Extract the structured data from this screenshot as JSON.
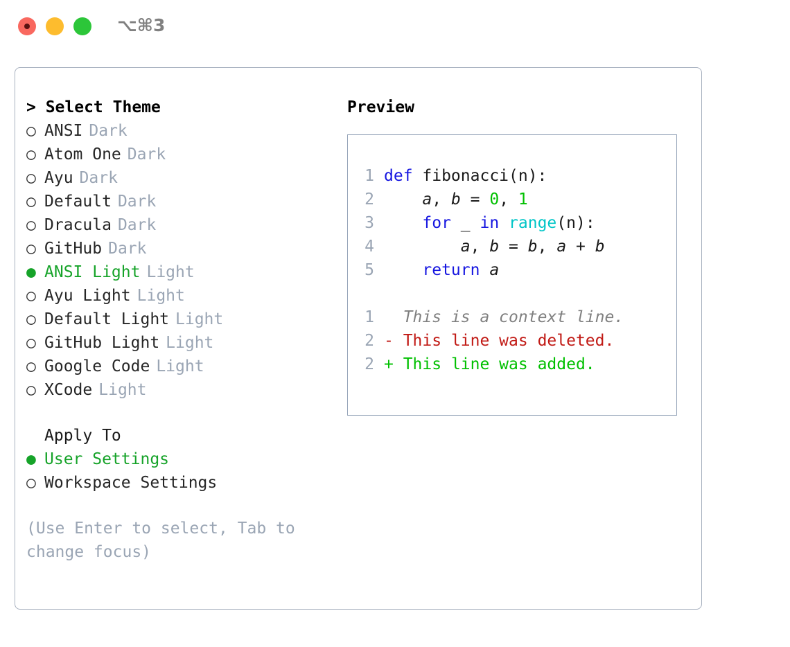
{
  "window": {
    "shortcut_label": "⌥⌘3",
    "traffic_lights": [
      {
        "name": "close",
        "color": "#f9685f"
      },
      {
        "name": "minimize",
        "color": "#fdbc2e"
      },
      {
        "name": "maximize",
        "color": "#2cc639"
      }
    ]
  },
  "theme_picker": {
    "header": "> Select Theme",
    "items": [
      {
        "marker": "○",
        "name": "ANSI",
        "kind": "Dark",
        "selected": false
      },
      {
        "marker": "○",
        "name": "Atom One",
        "kind": "Dark",
        "selected": false
      },
      {
        "marker": "○",
        "name": "Ayu",
        "kind": "Dark",
        "selected": false
      },
      {
        "marker": "○",
        "name": "Default",
        "kind": "Dark",
        "selected": false
      },
      {
        "marker": "○",
        "name": "Dracula",
        "kind": "Dark",
        "selected": false
      },
      {
        "marker": "○",
        "name": "GitHub",
        "kind": "Dark",
        "selected": false
      },
      {
        "marker": "●",
        "name": "ANSI Light",
        "kind": "Light",
        "selected": true
      },
      {
        "marker": "○",
        "name": "Ayu Light",
        "kind": "Light",
        "selected": false
      },
      {
        "marker": "○",
        "name": "Default Light",
        "kind": "Light",
        "selected": false
      },
      {
        "marker": "○",
        "name": "GitHub Light",
        "kind": "Light",
        "selected": false
      },
      {
        "marker": "○",
        "name": "Google Code",
        "kind": "Light",
        "selected": false
      },
      {
        "marker": "○",
        "name": "XCode",
        "kind": "Light",
        "selected": false
      }
    ]
  },
  "apply_to": {
    "title": "Apply To",
    "options": [
      {
        "marker": "●",
        "label": "User Settings",
        "selected": true
      },
      {
        "marker": "○",
        "label": "Workspace Settings",
        "selected": false
      }
    ]
  },
  "hint": "(Use Enter to select, Tab to change focus)",
  "preview": {
    "title": "Preview",
    "code_lines": [
      {
        "no": "1",
        "tokens": [
          {
            "t": "def",
            "c": "kw"
          },
          {
            "t": " fibonacci(n):",
            "c": "plain"
          }
        ]
      },
      {
        "no": "2",
        "tokens": [
          {
            "t": "    ",
            "c": "plain"
          },
          {
            "t": "a",
            "c": "var"
          },
          {
            "t": ", ",
            "c": "plain"
          },
          {
            "t": "b",
            "c": "var"
          },
          {
            "t": " = ",
            "c": "plain"
          },
          {
            "t": "0",
            "c": "num"
          },
          {
            "t": ", ",
            "c": "plain"
          },
          {
            "t": "1",
            "c": "num"
          }
        ]
      },
      {
        "no": "3",
        "tokens": [
          {
            "t": "    ",
            "c": "plain"
          },
          {
            "t": "for",
            "c": "kw"
          },
          {
            "t": " _ ",
            "c": "plain"
          },
          {
            "t": "in",
            "c": "kw"
          },
          {
            "t": " ",
            "c": "plain"
          },
          {
            "t": "range",
            "c": "fn"
          },
          {
            "t": "(n):",
            "c": "plain"
          }
        ]
      },
      {
        "no": "4",
        "tokens": [
          {
            "t": "        ",
            "c": "plain"
          },
          {
            "t": "a",
            "c": "var"
          },
          {
            "t": ", ",
            "c": "plain"
          },
          {
            "t": "b",
            "c": "var"
          },
          {
            "t": " = ",
            "c": "plain"
          },
          {
            "t": "b",
            "c": "var"
          },
          {
            "t": ", ",
            "c": "plain"
          },
          {
            "t": "a",
            "c": "var"
          },
          {
            "t": " + ",
            "c": "plain"
          },
          {
            "t": "b",
            "c": "var"
          }
        ]
      },
      {
        "no": "5",
        "tokens": [
          {
            "t": "    ",
            "c": "plain"
          },
          {
            "t": "return",
            "c": "kw"
          },
          {
            "t": " ",
            "c": "plain"
          },
          {
            "t": "a",
            "c": "var"
          }
        ]
      }
    ],
    "diff_lines": [
      {
        "no": "1",
        "sign": "  ",
        "text": "This is a context line.",
        "kind": "ctx"
      },
      {
        "no": "2",
        "sign": "- ",
        "text": "This line was deleted.",
        "kind": "del"
      },
      {
        "no": "2",
        "sign": "+ ",
        "text": "This line was added.",
        "kind": "add"
      }
    ]
  }
}
